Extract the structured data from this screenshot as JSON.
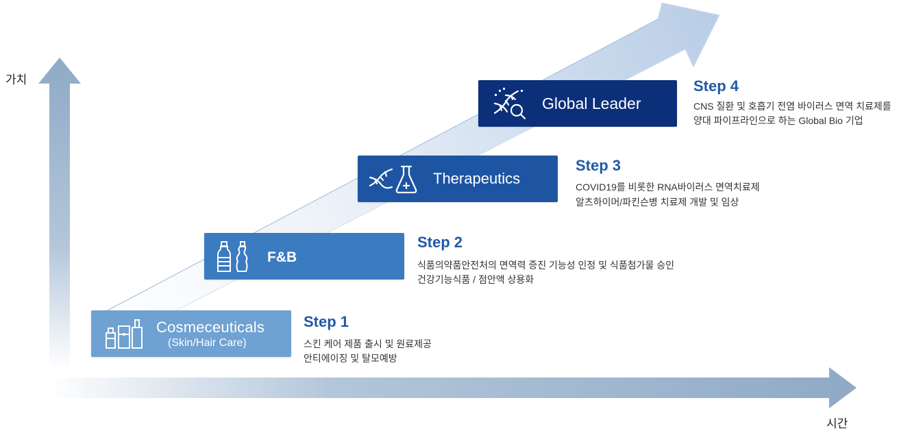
{
  "axes": {
    "y_label": "가치",
    "x_label": "시간"
  },
  "steps": [
    {
      "box_label": "Cosmeceuticals",
      "box_sublabel": "(Skin/Hair Care)",
      "title": "Step 1",
      "lines": [
        "스킨 케어 제품 출시 및 원료제공",
        "안티에이징 및 탈모예방"
      ],
      "color": "#6fa1d2",
      "icon": "cosmetic-bottles-icon"
    },
    {
      "box_label": "F&B",
      "title": "Step 2",
      "lines": [
        "식품의약품안전처의 면역력 증진 기능성 인정 및 식품첨가물 승인",
        "건강기능식품 / 점안액 상용화"
      ],
      "color": "#3b7bbf",
      "icon": "beverage-bottles-icon"
    },
    {
      "box_label": "Therapeutics",
      "title": "Step 3",
      "lines": [
        "COVID19를 비롯한 RNA바이러스 면역치료제",
        "알츠하이머/파킨슨병 치료제 개발 및 임상"
      ],
      "color": "#1d55a3",
      "icon": "dna-flask-icon"
    },
    {
      "box_label": "Global Leader",
      "title": "Step 4",
      "lines": [
        "CNS 질환 및 호흡기 전염 바이러스 면역 치료제를",
        "양대 파이프라인으로 하는 Global Bio 기업"
      ],
      "color": "#0c2f7a",
      "icon": "dna-magnifier-icon"
    }
  ],
  "colors": {
    "title_blue": "#1f5aa6",
    "axis": "#8faac6",
    "growth_arrow": "#dfe8f3"
  }
}
